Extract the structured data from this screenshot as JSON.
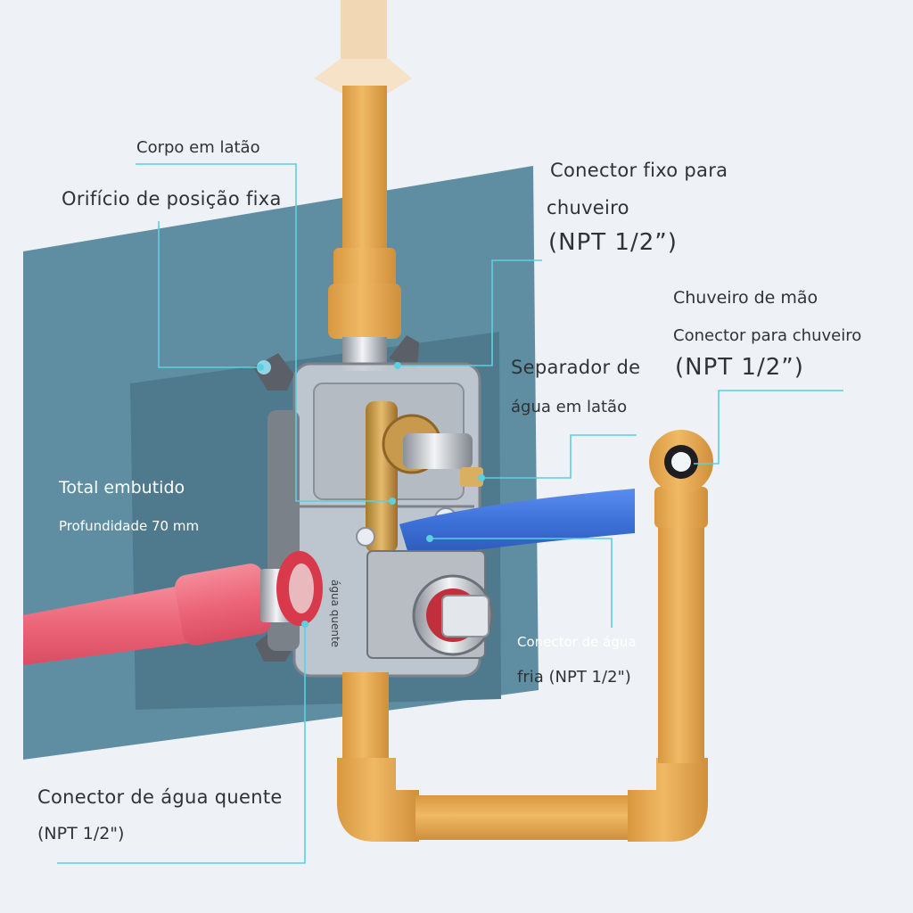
{
  "colors": {
    "background": "#eef1f6",
    "wall_panel": "#5f8ea3",
    "wall_recess": "#4f7a8d",
    "pipe_orange": "#e7a953",
    "pipe_hot": "#ee6b7e",
    "pipe_cold": "#3c6fd6",
    "leader_line": "#5ad0e0",
    "label_text": "#2f3338",
    "label_text_on_panel": "#ffffff",
    "brass": "#c89a4e"
  },
  "labels": {
    "corpo": "Corpo em latão",
    "orificio": "Orifício de posição fixa",
    "fixo_l1": "Conector fixo para",
    "fixo_l2": "chuveiro",
    "fixo_l3": "(NPT 1/2”)",
    "mao_l1": "Chuveiro de mão",
    "mao_l2": "Conector para chuveiro",
    "mao_l3": "(NPT 1/2”)",
    "separador_l1": "Separador de",
    "separador_l2": "água em latão",
    "embutido_l1": "Total embutido",
    "embutido_l2": "Profundidade 70 mm",
    "fria_l1": "Conector de água",
    "fria_l2": "fria (NPT 1/2\")",
    "quente_l1": "Conector de água quente",
    "quente_l2": "(NPT 1/2\")",
    "box_print": "água quente"
  }
}
